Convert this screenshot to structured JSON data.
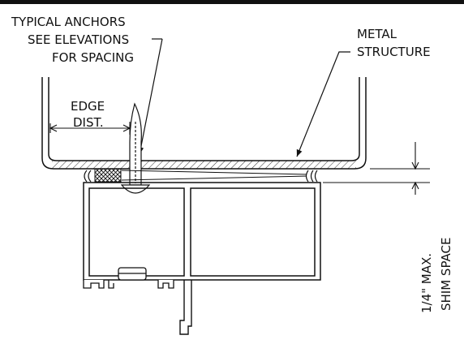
{
  "labels": {
    "anchors_line1": "TYPICAL ANCHORS",
    "anchors_line2": "SEE ELEVATIONS",
    "anchors_line3": "FOR SPACING",
    "metal_line1": "METAL",
    "metal_line2": "STRUCTURE",
    "edge_line1": "EDGE",
    "edge_line2": "DIST.",
    "shim_line1": "1/4\" MAX.",
    "shim_line2": "SHIM SPACE"
  },
  "colors": {
    "line": "#111111",
    "background": "#ffffff"
  }
}
